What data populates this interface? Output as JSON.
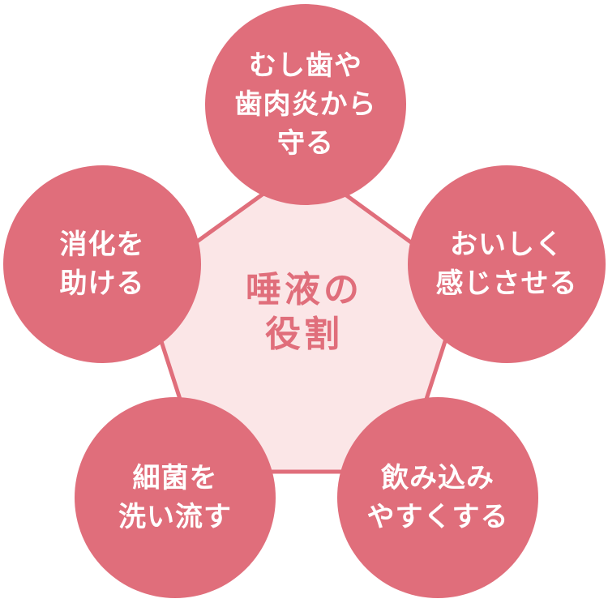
{
  "center": {
    "title": "唾液の\n役割"
  },
  "roles": [
    "むし歯や\n歯肉炎から\n守る",
    "おいしく\n感じさせる",
    "飲み込み\nやすくする",
    "細菌を\n洗い流す",
    "消化を\n助ける"
  ],
  "colors": {
    "circle_fill": "#e06e7b",
    "pentagon_fill": "#fbe6e7",
    "pentagon_stroke": "#e06e7b",
    "title_text": "#e06e7b",
    "circle_text": "#ffffff"
  }
}
